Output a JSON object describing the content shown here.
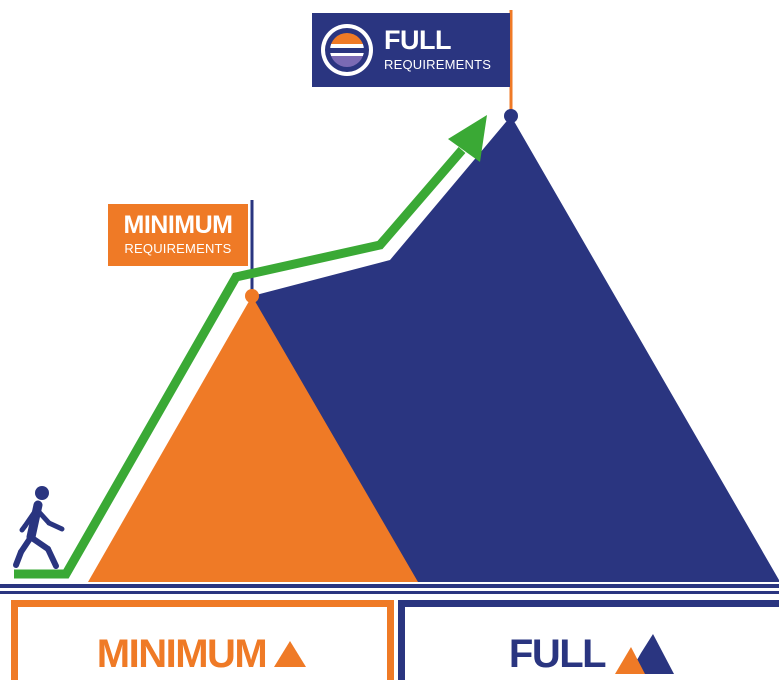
{
  "colors": {
    "orange": "#ef7a26",
    "navy": "#2a3580",
    "green": "#3aa935",
    "logo_purple": "#7a6ab4",
    "white": "#ffffff"
  },
  "icons": {
    "walker": "person-walking-icon",
    "logo": "striped-circle-logo-icon",
    "minimum_level": "orange-triangle-icon",
    "full_level": "orange-navy-mountain-icon"
  },
  "minimum_flag": {
    "title": "MINIMUM",
    "subtitle": "REQUIREMENTS"
  },
  "full_flag": {
    "title": "FULL",
    "subtitle": "REQUIREMENTS"
  },
  "bottom": {
    "minimum_label": "MINIMUM",
    "full_label": "FULL"
  }
}
